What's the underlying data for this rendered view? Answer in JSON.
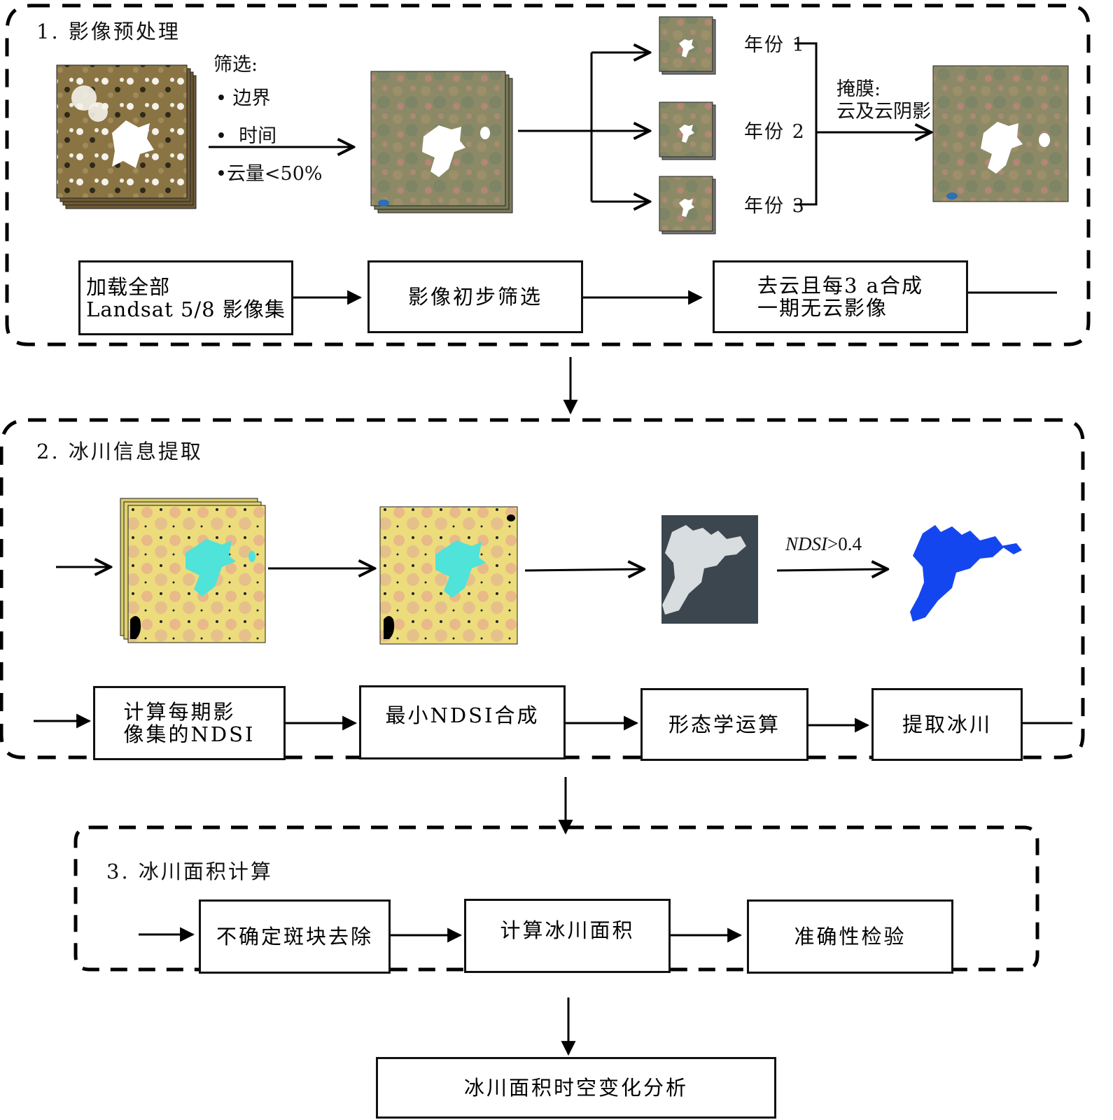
{
  "section1": {
    "title": "1. 影像预处理",
    "filter": {
      "heading": "筛选:",
      "items": [
        "边界",
        "时间",
        "云量<50%"
      ]
    },
    "years": [
      "年份 1",
      "年份 2",
      "年份 3"
    ],
    "mask": {
      "heading": "掩膜:",
      "text": "云及云阴影"
    },
    "boxes": [
      {
        "lines": [
          "加载全部",
          "Landsat 5/8 影像集"
        ]
      },
      {
        "lines": [
          "影像初步筛选"
        ]
      },
      {
        "lines": [
          "去云且每3 a合成",
          "一期无云影像"
        ]
      }
    ]
  },
  "section2": {
    "title": "2. 冰川信息提取",
    "threshold_label": "NDSI",
    "threshold_value": ">0.4",
    "boxes": [
      {
        "lines": [
          "计算每期影",
          "像集的NDSI"
        ]
      },
      {
        "lines": [
          "最小NDSI合成"
        ]
      },
      {
        "lines": [
          "形态学运算"
        ]
      },
      {
        "lines": [
          "提取冰川"
        ]
      }
    ]
  },
  "section3": {
    "title": "3. 冰川面积计算",
    "boxes": [
      {
        "lines": [
          "不确定斑块去除"
        ]
      },
      {
        "lines": [
          "计算冰川面积"
        ]
      },
      {
        "lines": [
          "准确性检验"
        ]
      }
    ]
  },
  "final": {
    "lines": [
      "冰川面积时空变化分析"
    ]
  },
  "colors": {
    "glacier_blue": "#1446f0",
    "glacier_cyan": "#4fe3d9",
    "ndsi_bg": "#3c464e",
    "false_color_yellow": "#e9d878",
    "true_color_brown": "#8a7a52"
  }
}
